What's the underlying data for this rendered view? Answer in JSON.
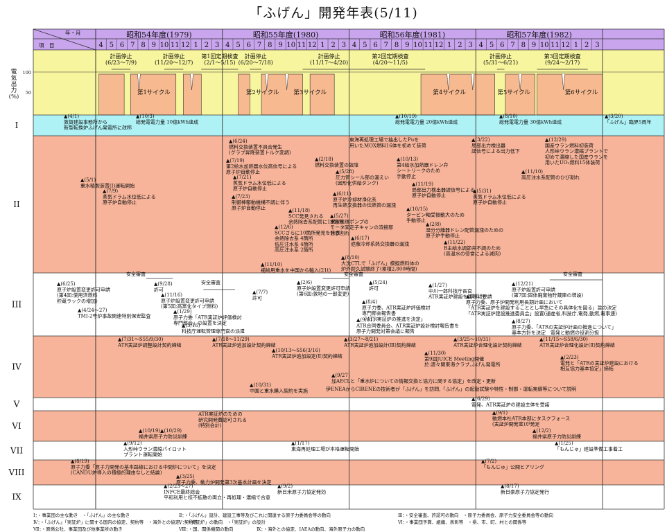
{
  "title": "「ふげん」開発年表(5/11)",
  "header": {
    "corner_top": "年・月",
    "corner_bottom": "項　目",
    "fiscal_years": [
      "昭和54年度(1979)",
      "昭和55年度(1980)",
      "昭和56年度(1981)",
      "昭和57年度(1982)"
    ],
    "months": [
      "4",
      "5",
      "6",
      "7",
      "8",
      "9",
      "10",
      "11",
      "12",
      "1",
      "2",
      "3"
    ]
  },
  "output_panel": {
    "label": "電\n気\n出\n力\n(%)",
    "ticks": [
      "100",
      "50"
    ],
    "cycles": [
      "第1サイクル",
      "第2サイクル",
      "第3サイクル",
      "第4サイクル",
      "第5サイクル",
      "第6サイクル"
    ],
    "outages": [
      {
        "label": "計画停止\n(6/23〜7/9)"
      },
      {
        "label": "計画停止\n(11/20〜12/7)"
      },
      {
        "label": "第1回定期検査\n(2/1〜5/15)"
      },
      {
        "label": "計画停止\n(6/20〜7/18)"
      },
      {
        "label": "計画停止\n(11/17〜4/20)"
      },
      {
        "label": "第2回定期検査\n(4/20〜11/5)"
      },
      {
        "label": "計画停止\n(5/31〜6/21)"
      },
      {
        "label": "第3回定期検査\n(9/24〜2/17)"
      }
    ]
  },
  "rows": [
    "I",
    "II",
    "III",
    "IV",
    "V",
    "VI",
    "VII",
    "VIII",
    "IX"
  ],
  "events": {
    "I": [
      {
        "t": "▲(4/1)\n敦賀建設事務所から\n新型転換炉ふげん発電所に改称"
      },
      {
        "t": "▲(10/3)\n総発電電力量 10億kWh達成"
      },
      {
        "t": "▲(10/19)\n総発電電力量 20億kWh達成"
      },
      {
        "t": "▲(8/10)\n総発電電力量 30億kWh達成"
      },
      {
        "t": "▲(3/20)\n「ふげん」臨界5周年"
      }
    ],
    "II": [
      {
        "t": "▲(5/1)\n重水精製装置(Ⅰ)運転開始"
      },
      {
        "t": "▲(7/9)\n蒸気ドラム水位低による\n原子炉自動停止"
      },
      {
        "t": "▲(6/24)\n燃料交換装置不具合発生\n(グラブ昇降装置トルク変調)"
      },
      {
        "t": "▲(7/19)\n第2給水加熱器水位高信号による\n原子炉自動停止"
      },
      {
        "t": "▲(7/21)\n蒸気ドラム水位低による\n原子炉自動停止"
      },
      {
        "t": "▲(7/23)\n制御棒駆動機構不調に伴う\n原子炉自動停止"
      },
      {
        "t": "▲(11/18)\nSCC発見される\n余熱除去系配管に10箇所"
      },
      {
        "t": "▲(12/6)\nSCCさらに10箇所発見を発表\n余熱除去系 4箇所\n低圧注水系 4箇所\n高圧注水系 2箇所"
      },
      {
        "t": "▲(11/10)\n補給用重水を中国から輸入(21t)"
      },
      {
        "t": "▲(2/18)\n燃料交換装置の故障"
      },
      {
        "t": "▲(5/28)\n圧力管シール部の漏えい\n(因形化供給タンク)"
      },
      {
        "t": "▲(6/11)\n原子炉冷却材浄化系\n再生熱交換器の伝熱管の漏洩"
      },
      {
        "t": "▲(5/27)\n重水循環ポンプの\nモータ固定子キャンの溶接部\nひび割れ"
      },
      {
        "t": "▲(6/17)\n遮蔽冷却系熱交換器の漏洩"
      },
      {
        "t": "▲(8/10)\n大洗CTLで「ふげん」模擬燃料体の\n炉外耐久試験終了(累積2,800時間)"
      },
      {
        "t": "東海再処理工場で抽出したPuを\n用いたMOX燃料16体を初めて装荷"
      },
      {
        "t": "▲(10/13)\n第4給水加熱器ドレン弁\nシートリークのため\n手動停止"
      },
      {
        "t": "▲(11/19)\n局部出力検出器誤信号による\n原子炉自動停止"
      },
      {
        "t": "▲(10/15)\nタービン軸受振動大のため\n手動停止"
      },
      {
        "t": "▲(2/8)\n湿分分離器ドレン配管漏洩のための\n原子炉手動停止"
      },
      {
        "t": "▲(11/22)\nB主給水調節弁不調のため\n(高温水の侵食による減肉)"
      },
      {
        "t": "▲(3/22)\n局部出力検出器\n誤信号による出力低下"
      },
      {
        "t": "▲(5/31)\n蒸気ドラム水位低による\n原子炉自動停止"
      },
      {
        "t": "▲(12/29)\n国産ウラン燃料初装荷\n人形峠ウラン濃縮プラントで\n初めて濃縮した国産ウランを\n用いたUO₂燃料15体装荷"
      },
      {
        "t": "▲(11/10)\n高圧注水系配管のひび割れ"
      }
    ],
    "III": [
      {
        "t": "安全審査"
      },
      {
        "t": "▲(6/25)\n原子炉設置変更許可申請\n(第4回:使用済燃料\n貯蔵ラックの増加)"
      },
      {
        "t": "▲(9/28)\n許可"
      },
      {
        "t": "▲(11/16)\n原子炉設置変更許可申請\n(第5回:高富化タイプ燃料)"
      },
      {
        "t": "安全審査"
      },
      {
        "t": "▲(7/7)\n許可"
      },
      {
        "t": "▲(4/24〜27)\nTMI-2号炉事故関連特別保安監査"
      },
      {
        "t": "▲(1/29)\n原子力委「ATR実証炉評価検討\n専門部会」の設置を決定"
      },
      {
        "t": "▲(5/16)\n科技庁運転管理専門官の派遣"
      },
      {
        "t": "安全審査"
      },
      {
        "t": "▲(2/6)\n原子炉設置変更許可申請\n(第6回:敦地の一部変更)"
      },
      {
        "t": "▲(5/24)\n許可"
      },
      {
        "t": "▲(8/4)\n原子力委、ATR実証炉評価検討\n専門部会報告書\n「ATR実証炉の推進を決定」"
      },
      {
        "t": "▲(9/11)\nATR合同委員会、ATR実証炉設計検討報告書を\n原子力開発対策会議に報告"
      },
      {
        "t": "▲(1/27)\n中川一郎科技庁長官\nATR実証炉建設を国際に要請"
      },
      {
        "t": "▲(6/30)\n原子力委、原子炉開発利用長期計画において\n「ATR実証炉を建設することとし早急にその具体化を図る」旨の決定\n「ATR実証炉建設推進委員会」設置(通産省,科技庁,電発,動燃,電事連)"
      },
      {
        "t": "▲(8/27)\n原子力委、「ATRの実証炉計画の推進について」\n基本方針を決定　電発と動燃の役割分担"
      },
      {
        "t": "安全審査"
      },
      {
        "t": "▲(12/21)\n原子炉設置許可申請\n(第7回:固体廃棄物貯蔵庫の増設)"
      }
    ],
    "IV": [
      {
        "t": "▲(7/31〜S55/9/30)\nATR実証炉調整設計契約締結"
      },
      {
        "t": "▲(7/18〜11/29)\nATR実証炉追加設計契約締結"
      },
      {
        "t": "▲(10/13〜S56/3/16)\nATR実証炉追加設定(Ⅱ)契約締結"
      },
      {
        "t": "▲(3/27〜8/21)\nATR実証炉追加設計(Ⅲ)契約締結"
      },
      {
        "t": "▲(3/25〜10/31)\nATR実証炉合理化設計契約締結"
      },
      {
        "t": "▲(11/15〜S58/6/30)\nATR実証炉合理化設計(Ⅱ)契約締結"
      },
      {
        "t": "▲(11/30)\n第9回JUICE Meeting開催\n於:渡々関東海クラブ,ふげん発電所"
      },
      {
        "t": "▲(2/23)\n電発と「ATRの実証炉建設における\n相互協力基本協定」締結"
      },
      {
        "t": "▲(9/27)\n加AECLと「重水炉についての情報交換と協力に関する協定」を改定・更新"
      },
      {
        "t": "▲(10/31)\n中国と重水購入契約を実施"
      },
      {
        "t": "伊ENEAからCIRENEの技術者が「ふげん」を訪問,「ふげん」の起動試験や特性・制御・運転実績等について説明"
      }
    ],
    "V": [
      {
        "t": "▲(6/29)\n電発、ATR実証炉の建設主体を受諾"
      }
    ],
    "VI": [
      {
        "t": "ATR実証炉のための\n研究開発費認可される\n(特別会計)"
      },
      {
        "t": "▲(10/19)▲(10/29)\n福井県原子力防災訓練"
      },
      {
        "t": "▲(9/1)\n動燃本社ATR本部にタスクフォース\n(実証炉開発室)が発足"
      },
      {
        "t": "▲(12/2)\n福井県原子力防災訓練"
      }
    ],
    "VII": [
      {
        "t": "▲(9/12)\n人形峠ウラン濃縮パイロット\nプラント運転開始"
      },
      {
        "t": "▲(1/17)\n東海再処理工場が本格運転開始"
      },
      {
        "t": "▲(1/25)\n「もんじゅ」建設準備工事着工"
      }
    ],
    "VIII": [
      {
        "t": "▲(8/19)\n原子力委「原子力開発の基本路線における中間炉について」を決定\n(CANDU炉導入の積極的理由なしと結論)"
      },
      {
        "t": "▲(3/25)\n原子力委、動力炉開発第3次基本計画を決定"
      },
      {
        "t": "▲(7/2)\n「もんじゅ」公開ヒアリング"
      }
    ],
    "IX": [
      {
        "t": "▲(2/23〜27)\nINFCE最終総会\n平和利用と核不拡散の両立・再処理・濃縮で合意"
      },
      {
        "t": "▲(9/2)\n新日米原子力協定発効"
      },
      {
        "t": "▲(8/17)\n新日豪原子力協定発行"
      }
    ]
  },
  "legend": [
    "Ⅰ：・事業団の主な動き　・「ふげん」の主な動き",
    "Ⅱ：・「ふげん」設計、建設工事等及びこれに関連する原子力委員会等の動向",
    "Ⅲ：・安全審査、許認可の動向　・原子力委員会、原子力安全委員会等の動向",
    "Ⅳ：・「ふげん」「実証炉」に関する国内の協定、契約等　・海外との協定、契約等",
    "Ⅴ：・「実証炉」の動向　・「実証炉」の設計",
    "Ⅵ：・事業団予算、組織、表彰等　・県、市、町、村との関係等",
    "Ⅶ：・原燃公社、事業団及び他事業所の動き",
    "Ⅷ：・国、関係機関の動向",
    "Ⅸ：・海外との協定、IAEAの動向、海外原子力の動向"
  ]
}
